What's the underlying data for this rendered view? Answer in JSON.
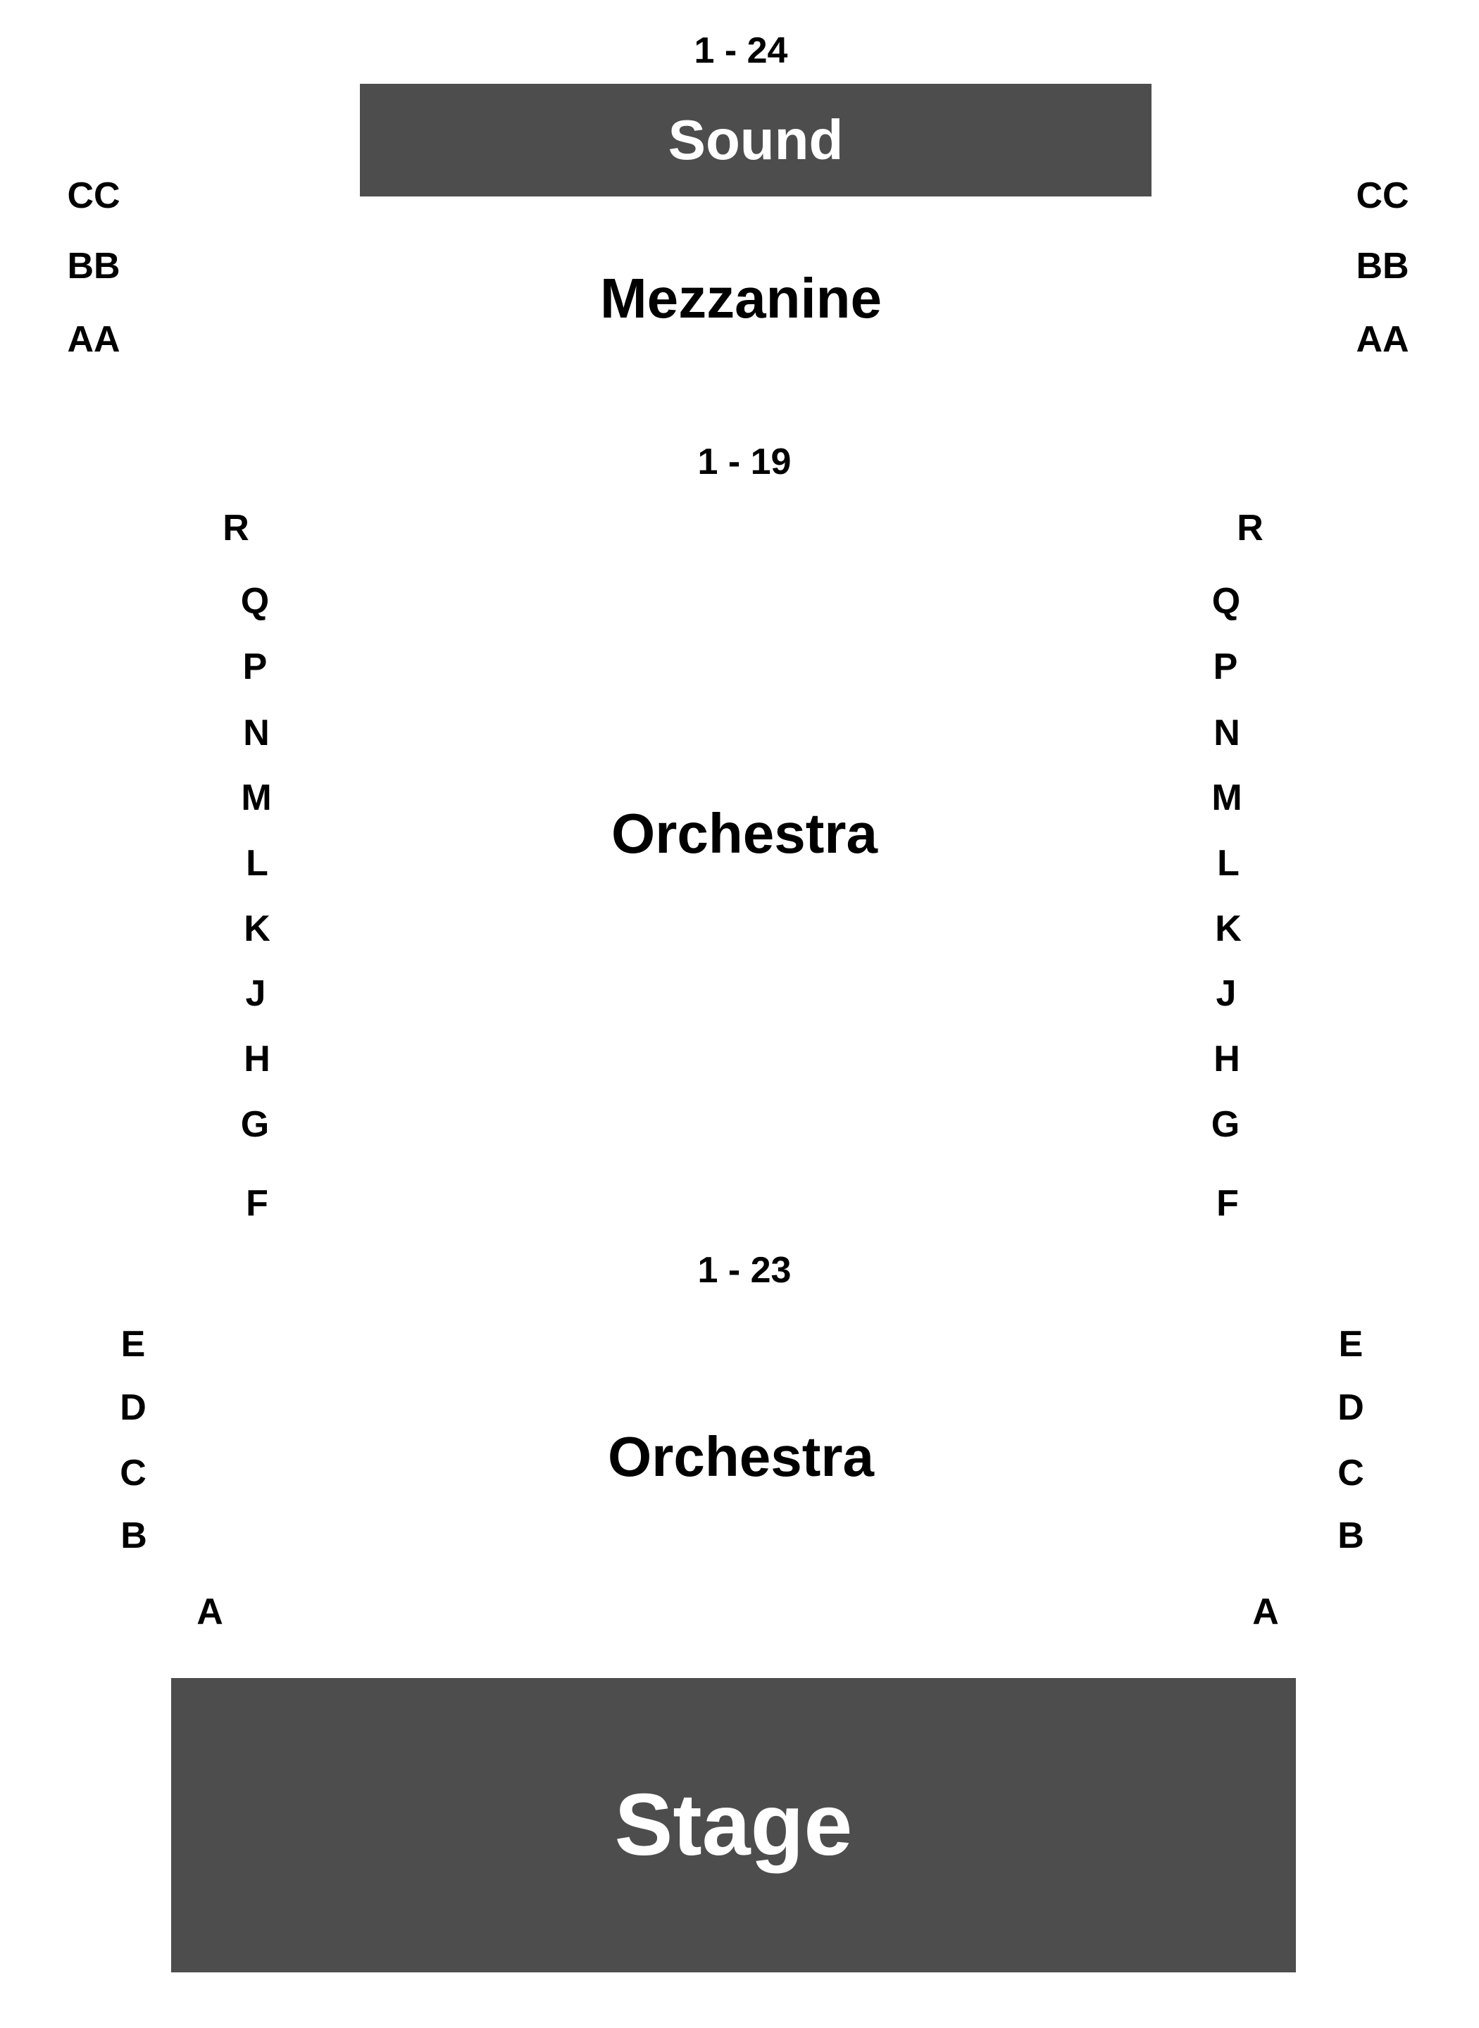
{
  "mezzanine": {
    "seat_range": "1 - 24",
    "sound_label": "Sound",
    "section_label": "Mezzanine",
    "rows": [
      "CC",
      "BB",
      "AA"
    ]
  },
  "rear_orchestra": {
    "seat_range": "1 - 19",
    "section_label": "Orchestra",
    "rows": [
      "R",
      "Q",
      "P",
      "N",
      "M",
      "L",
      "K",
      "J",
      "H",
      "G",
      "F"
    ]
  },
  "front_orchestra": {
    "seat_range": "1 - 23",
    "section_label": "Orchestra",
    "rows": [
      "E",
      "D",
      "C",
      "B",
      "A"
    ]
  },
  "stage": {
    "label": "Stage"
  },
  "colors": {
    "block_fill": "#4d4d4d",
    "block_text": "#ffffff",
    "label_text": "#000000"
  }
}
